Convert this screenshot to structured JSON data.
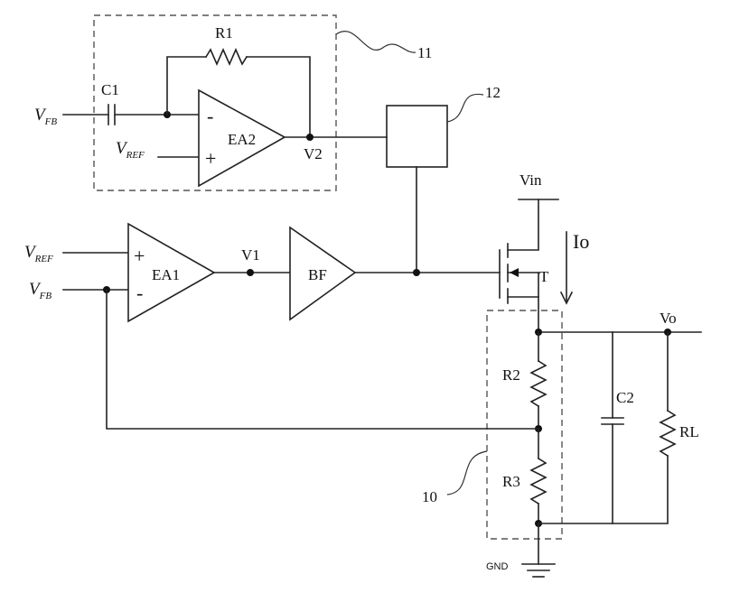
{
  "labels": {
    "r1": "R1",
    "c1": "C1",
    "ea2": "EA2",
    "ea1": "EA1",
    "bf": "BF",
    "v1": "V1",
    "v2": "V2",
    "t": "T",
    "vin": "Vin",
    "io": "Io",
    "vo": "Vo",
    "r2": "R2",
    "r3": "R3",
    "c2": "C2",
    "rl": "RL",
    "gnd": "GND",
    "ref11": "11",
    "ref12": "12",
    "ref10": "10"
  },
  "inputs": {
    "vfb_top": {
      "sym": "V",
      "sub": "FB"
    },
    "vref_top": {
      "sym": "V",
      "sub": "REF"
    },
    "vref_left": {
      "sym": "V",
      "sub": "REF"
    },
    "vfb_left": {
      "sym": "V",
      "sub": "FB"
    }
  },
  "signs": {
    "minus": "-",
    "plus": "+"
  }
}
